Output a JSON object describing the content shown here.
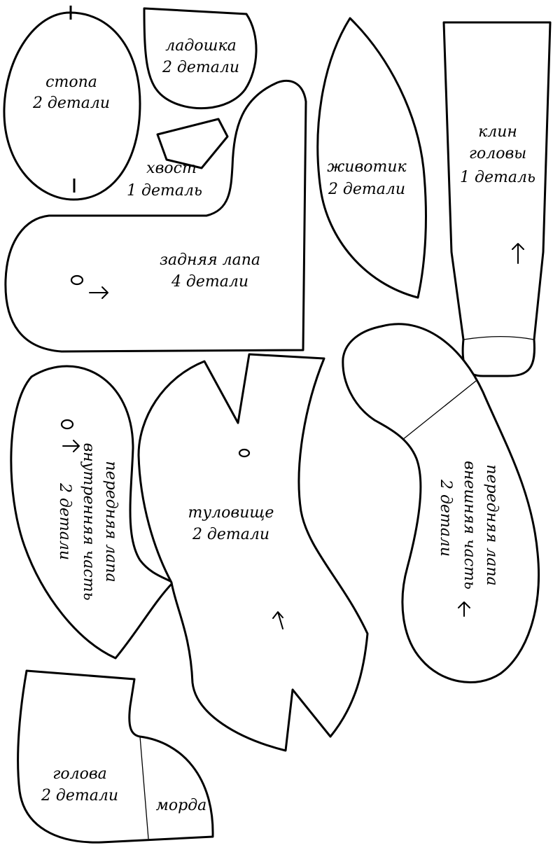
{
  "pieces": {
    "stopa": {
      "name": "стопа",
      "count": "2 детали"
    },
    "ladoshka": {
      "name": "ладошка",
      "count": "2 детали"
    },
    "hvost": {
      "name": "хвост",
      "count": "1 деталь"
    },
    "zadnyaya_lapa": {
      "name": "задняя лапа",
      "count": "4 детали"
    },
    "zhivotik": {
      "name": "животик",
      "count": "2 детали"
    },
    "klin_golovy": {
      "name_line1": "клин",
      "name_line2": "головы",
      "count": "1 деталь"
    },
    "perednyaya_vnutrennyaya": {
      "line1": "передняя лапа",
      "line2": "внутренняя часть",
      "count": "2 детали"
    },
    "tulovishche": {
      "name": "туловище",
      "count": "2 детали"
    },
    "perednyaya_vneshnyaya": {
      "line1": "передняя лапа",
      "line2": "внешняя часть",
      "count": "2 детали"
    },
    "golova": {
      "name": "голова",
      "count": "2 детали"
    },
    "morda": {
      "name": "морда"
    }
  }
}
